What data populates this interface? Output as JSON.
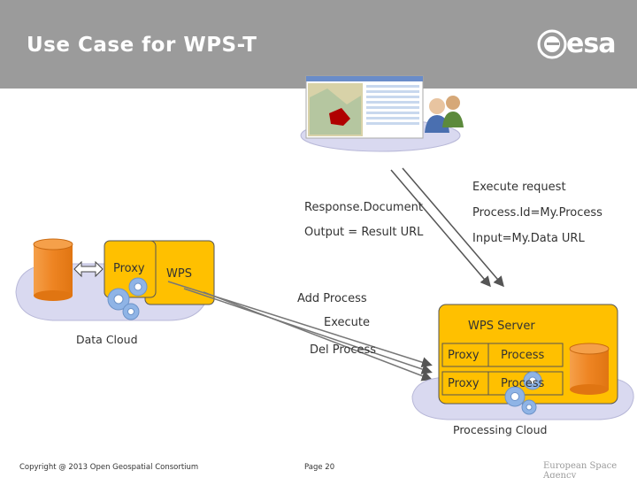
{
  "title": "Use Case for WPS-T",
  "logo": {
    "text": "esa"
  },
  "labels": {
    "execute_request": "Execute request",
    "response_document": "Response.Document",
    "process_id": "Process.Id=My.Process",
    "output": "Output = Result URL",
    "input": "Input=My.Data URL",
    "proxy_left": "Proxy",
    "wps_left": "WPS",
    "data_cloud": "Data Cloud",
    "add_process": "Add Process",
    "execute": "Execute",
    "del_process": "Del Process",
    "wps_server": "WPS Server",
    "proxy_1": "Proxy",
    "process_1": "Process",
    "proxy_2": "Proxy",
    "process_2": "Process",
    "processing_cloud": "Processing Cloud"
  },
  "footer": {
    "copyright": "Copyright @ 2013 Open Geospatial Consortium",
    "page": "Page 20",
    "agency": "European Space Agency"
  },
  "colors": {
    "header": "#9b9b9b",
    "orange": "#f08a22",
    "yellow": "#ffc000",
    "cloud": "#d9d9f0",
    "gear": "#8fb4e6"
  }
}
